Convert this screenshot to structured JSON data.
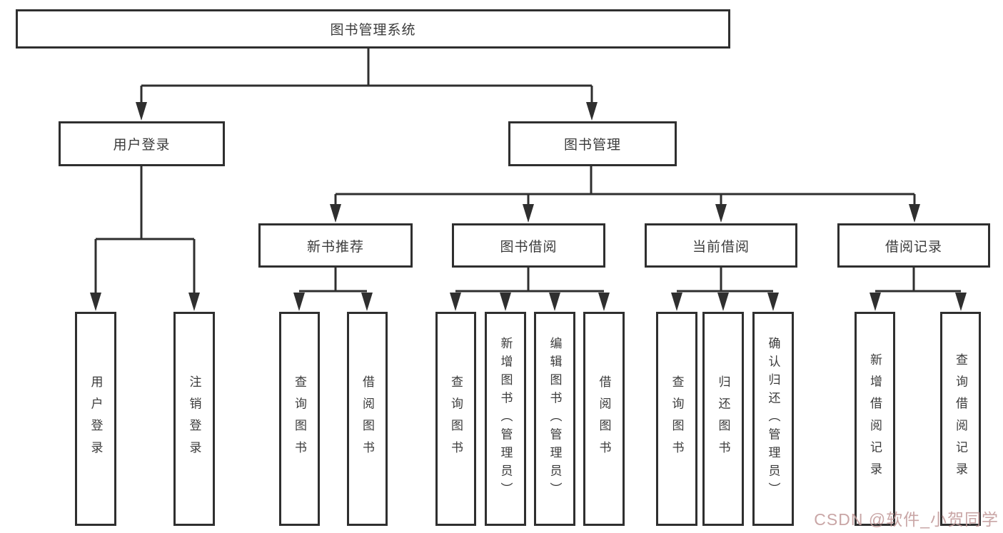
{
  "tree": {
    "root": "图书管理系统",
    "user": {
      "label": "用户登录",
      "children": [
        "用户登录",
        "注销登录"
      ]
    },
    "mgmt": {
      "label": "图书管理",
      "sections": [
        {
          "label": "新书推荐",
          "children": [
            "查询图书",
            "借阅图书"
          ]
        },
        {
          "label": "图书借阅",
          "children": [
            "查询图书",
            "新增图书（管理员）",
            "编辑图书（管理员）",
            "借阅图书"
          ]
        },
        {
          "label": "当前借阅",
          "children": [
            "查询图书",
            "归还图书",
            "确认归还（管理员）"
          ]
        },
        {
          "label": "借阅记录",
          "children": [
            "新增借阅记录",
            "查询借阅记录"
          ]
        }
      ]
    }
  },
  "watermark": {
    "text": "CSDN @软件_小贺同学"
  },
  "colors": {
    "line": "#2f2f2f",
    "text": "#3b3b3b",
    "background": "#ffffff",
    "watermark": "#c19a9a"
  }
}
